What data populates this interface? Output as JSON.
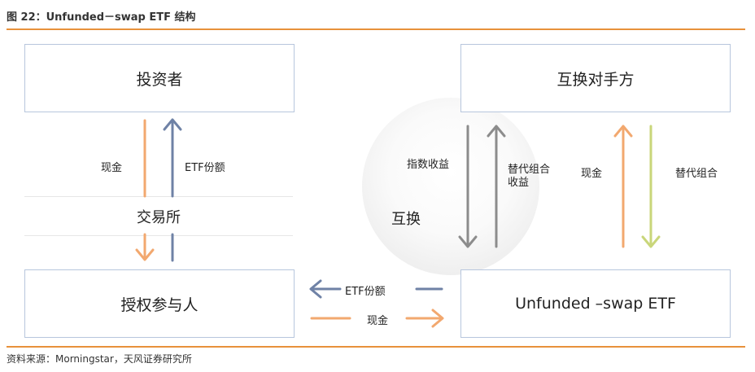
{
  "title": "图 22：Unfunded－swap ETF 结构",
  "boxes": {
    "investor": "投资者",
    "swap_counterparty": "互换对手方",
    "authorized_participant": "授权参与人",
    "etf": "Unfunded –swap ETF"
  },
  "exchange": "交易所",
  "swap": {
    "label": "互换",
    "index_return": "指数收益",
    "alt_portfolio_return_line1": "替代组合",
    "alt_portfolio_return_line2": "收益"
  },
  "flows": {
    "investor_cash": "现金",
    "investor_etf_share": "ETF份额",
    "counterparty_cash": "现金",
    "counterparty_alt_portfolio": "替代组合",
    "bottom_etf_share": "ETF份额",
    "bottom_cash": "现金"
  },
  "colors": {
    "accent_orange": "#e8913b",
    "arrow_orange": "#f2a86f",
    "arrow_blue": "#6f82a6",
    "arrow_gray": "#8c8c8c",
    "arrow_green": "#c9d67a",
    "box_border": "#b7c6dd"
  },
  "source": "资料来源：Morningstar，天风证券研究所"
}
